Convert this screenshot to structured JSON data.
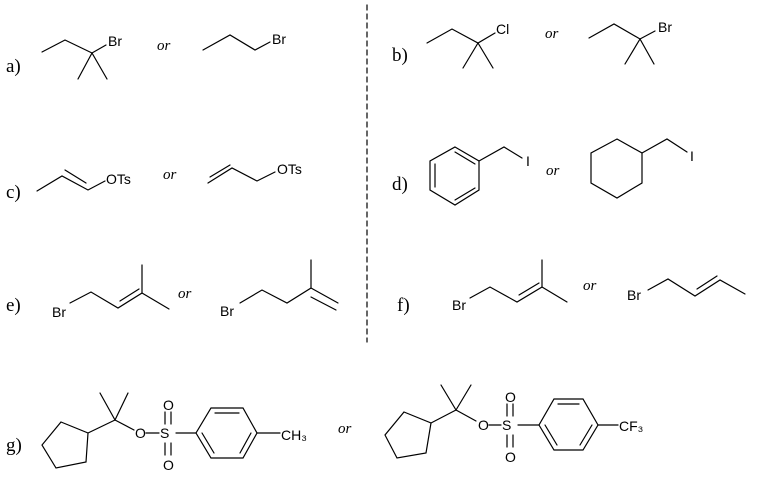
{
  "or_text": "or",
  "panels": {
    "a": {
      "label": "a)",
      "left": {
        "halogen": "Br"
      },
      "right": {
        "halogen": "Br"
      }
    },
    "b": {
      "label": "b)",
      "left": {
        "halogen": "Cl"
      },
      "right": {
        "halogen": "Br"
      }
    },
    "c": {
      "label": "c)",
      "left": {
        "leaving_group": "OTs"
      },
      "right": {
        "leaving_group": "OTs"
      }
    },
    "d": {
      "label": "d)",
      "left": {
        "halogen": "I"
      },
      "right": {
        "halogen": "I"
      }
    },
    "e": {
      "label": "e)",
      "left": {
        "halogen": "Br"
      },
      "right": {
        "halogen": "Br"
      }
    },
    "f": {
      "label": "f)",
      "left": {
        "halogen": "Br"
      },
      "right": {
        "halogen": "Br"
      }
    },
    "g": {
      "label": "g)",
      "left": {
        "ester_o": "O",
        "sulfur": "S",
        "oxo_top": "O",
        "oxo_bottom": "O",
        "substituent": "CH₃"
      },
      "right": {
        "ester_o": "O",
        "sulfur": "S",
        "oxo_top": "O",
        "oxo_bottom": "O",
        "substituent": "CF₃"
      }
    }
  }
}
